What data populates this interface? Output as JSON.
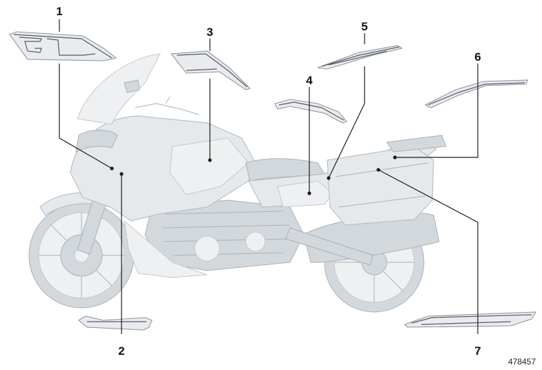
{
  "diagram": {
    "diagram_id": "478457",
    "callouts": [
      {
        "number": "1"
      },
      {
        "number": "2"
      },
      {
        "number": "3"
      },
      {
        "number": "4"
      },
      {
        "number": "5"
      },
      {
        "number": "6"
      },
      {
        "number": "7"
      }
    ]
  }
}
